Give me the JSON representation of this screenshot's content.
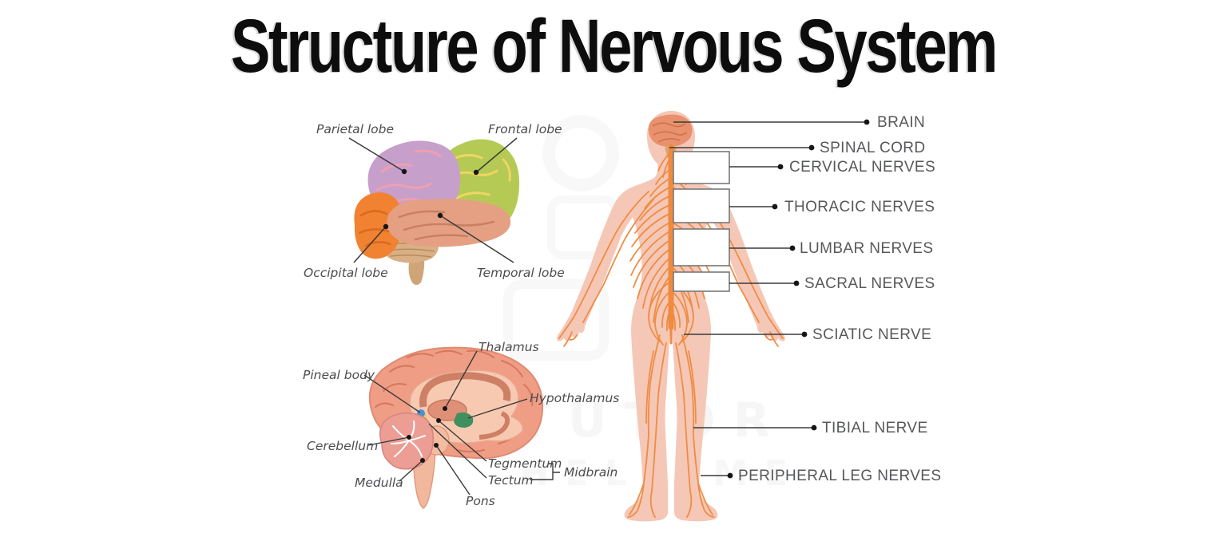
{
  "title": "Structure of Nervous System",
  "watermark": {
    "line1": "TUTOR",
    "line2": "HELP ME"
  },
  "lateral_brain_labels": [
    {
      "name": "parietal-lobe",
      "text": "Parietal lobe"
    },
    {
      "name": "frontal-lobe",
      "text": "Frontal lobe"
    },
    {
      "name": "occipital-lobe",
      "text": "Occipital lobe"
    },
    {
      "name": "temporal-lobe",
      "text": "Temporal lobe"
    }
  ],
  "sagittal_brain_labels": [
    {
      "name": "thalamus",
      "text": "Thalamus"
    },
    {
      "name": "pineal-body",
      "text": "Pineal body"
    },
    {
      "name": "hypothalamus",
      "text": "Hypothalamus"
    },
    {
      "name": "cerebellum",
      "text": "Cerebellum"
    },
    {
      "name": "tegmentum",
      "text": "Tegmentum"
    },
    {
      "name": "tectum",
      "text": "Tectum"
    },
    {
      "name": "midbrain",
      "text": "Midbrain"
    },
    {
      "name": "medulla",
      "text": "Medulla"
    },
    {
      "name": "pons",
      "text": "Pons"
    }
  ],
  "body_labels": [
    {
      "name": "brain",
      "text": "BRAIN"
    },
    {
      "name": "spinal-cord",
      "text": "SPINAL CORD"
    },
    {
      "name": "cervical-nerves",
      "text": "CERVICAL NERVES"
    },
    {
      "name": "thoracic-nerves",
      "text": "THORACIC NERVES"
    },
    {
      "name": "lumbar-nerves",
      "text": "LUMBAR NERVES"
    },
    {
      "name": "sacral-nerves",
      "text": "SACRAL NERVES"
    },
    {
      "name": "sciatic-nerve",
      "text": "SCIATIC NERVE"
    },
    {
      "name": "tibial-nerve",
      "text": "TIBIAL NERVE"
    },
    {
      "name": "peripheral-leg-nerves",
      "text": "PERIPHERAL LEG NERVES"
    }
  ],
  "colors": {
    "title_black": "#0d0d0d",
    "label_gray": "#57585a",
    "diagram_label_gray": "#4b4c4e",
    "frontal_lobe_green": "#b5ca55",
    "parietal_lobe_purple": "#c79fcb",
    "occipital_lobe_orange": "#f08232",
    "temporal_lobe_salmon": "#e5a083",
    "brainstem_tan": "#d9b086",
    "sagittal_brain_salmon": "#ef9d85",
    "hypothalamus_green": "#3f8f5f",
    "tectum_yellow": "#e7cf5e",
    "pineal_blue": "#4a8fd4",
    "body_skin": "#f5c7b6",
    "nerve_orange": "#f08c44"
  }
}
